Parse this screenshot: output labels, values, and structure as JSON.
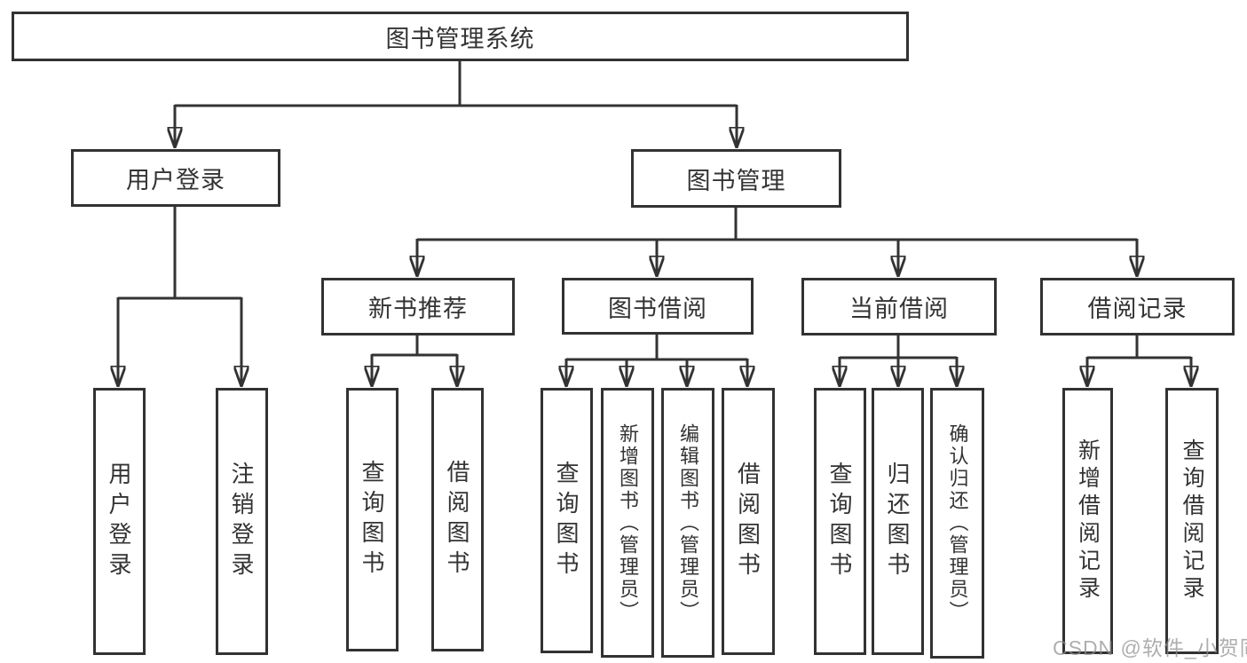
{
  "diagram": {
    "type": "tree",
    "root": {
      "label": "图书管理系统"
    },
    "branches": [
      {
        "label": "用户登录",
        "children": [
          {
            "label": "用户登录"
          },
          {
            "label": "注销登录"
          }
        ]
      },
      {
        "label": "图书管理",
        "children": [
          {
            "label": "新书推荐",
            "children": [
              {
                "label": "查询图书"
              },
              {
                "label": "借阅图书"
              }
            ]
          },
          {
            "label": "图书借阅",
            "children": [
              {
                "label": "查询图书"
              },
              {
                "label": "新增图书（管理员）"
              },
              {
                "label": "编辑图书（管理员）"
              },
              {
                "label": "借阅图书"
              }
            ]
          },
          {
            "label": "当前借阅",
            "children": [
              {
                "label": "查询图书"
              },
              {
                "label": "归还图书"
              },
              {
                "label": "确认归还（管理员）"
              }
            ]
          },
          {
            "label": "借阅记录",
            "children": [
              {
                "label": "新增借阅记录"
              },
              {
                "label": "查询借阅记录"
              }
            ]
          }
        ]
      }
    ]
  },
  "colors": {
    "line": "#333333",
    "border": "#323232",
    "text": "#333333",
    "background": "#ffffff",
    "watermark": "#8f8f8f"
  },
  "watermark": {
    "text": "CSDN @软件_小贺同学"
  }
}
